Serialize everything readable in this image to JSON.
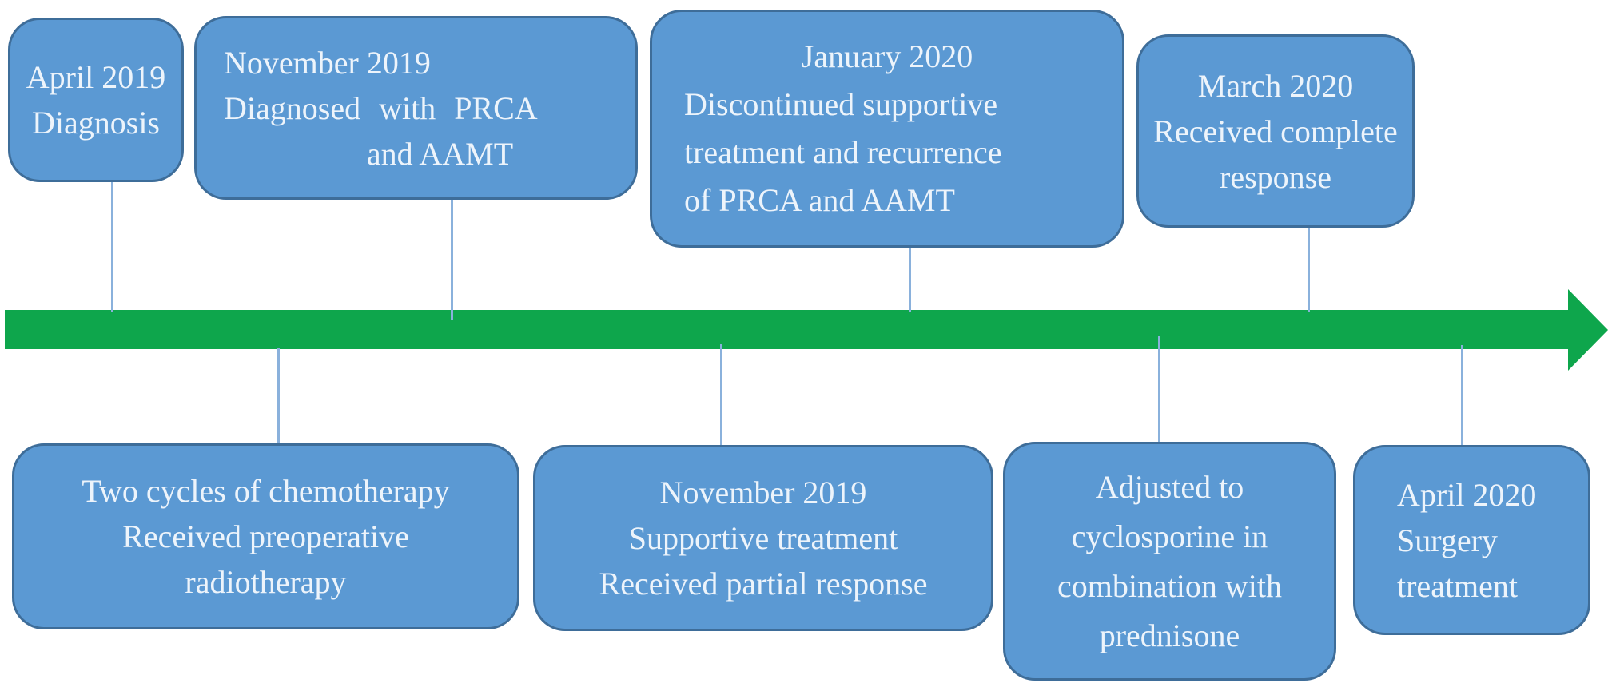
{
  "figure": {
    "type": "timeline-diagram",
    "arrow_direction": "right",
    "colors": {
      "arrow_green": "#0ea64c",
      "box_fill": "#5b99d3",
      "box_border": "#3e6d99",
      "connector_blue": "#8ab1dc",
      "text": "#edf4fb"
    }
  },
  "boxes": {
    "t1": {
      "position": "top",
      "lines": [
        "April 2019",
        "Diagnosis"
      ]
    },
    "t2": {
      "position": "top",
      "lines": [
        "November 2019",
        "Diagnosed with PRCA",
        "and AAMT"
      ]
    },
    "t3": {
      "position": "top",
      "lines": [
        "January 2020",
        "Discontinued supportive",
        "treatment and recurrence",
        "of PRCA and AAMT"
      ]
    },
    "t4": {
      "position": "top",
      "lines": [
        "March 2020",
        "Received complete",
        "response"
      ]
    },
    "b1": {
      "position": "bottom",
      "lines": [
        "Two cycles of chemotherapy",
        "Received preoperative",
        "radiotherapy"
      ]
    },
    "b2": {
      "position": "bottom",
      "lines": [
        "November 2019",
        "Supportive treatment",
        "Received partial response"
      ]
    },
    "b3": {
      "position": "bottom",
      "lines": [
        "Adjusted to",
        "cyclosporine in",
        "combination with",
        "prednisone"
      ]
    },
    "b4": {
      "position": "bottom",
      "lines": [
        "April 2020",
        "Surgery",
        "treatment"
      ]
    }
  }
}
